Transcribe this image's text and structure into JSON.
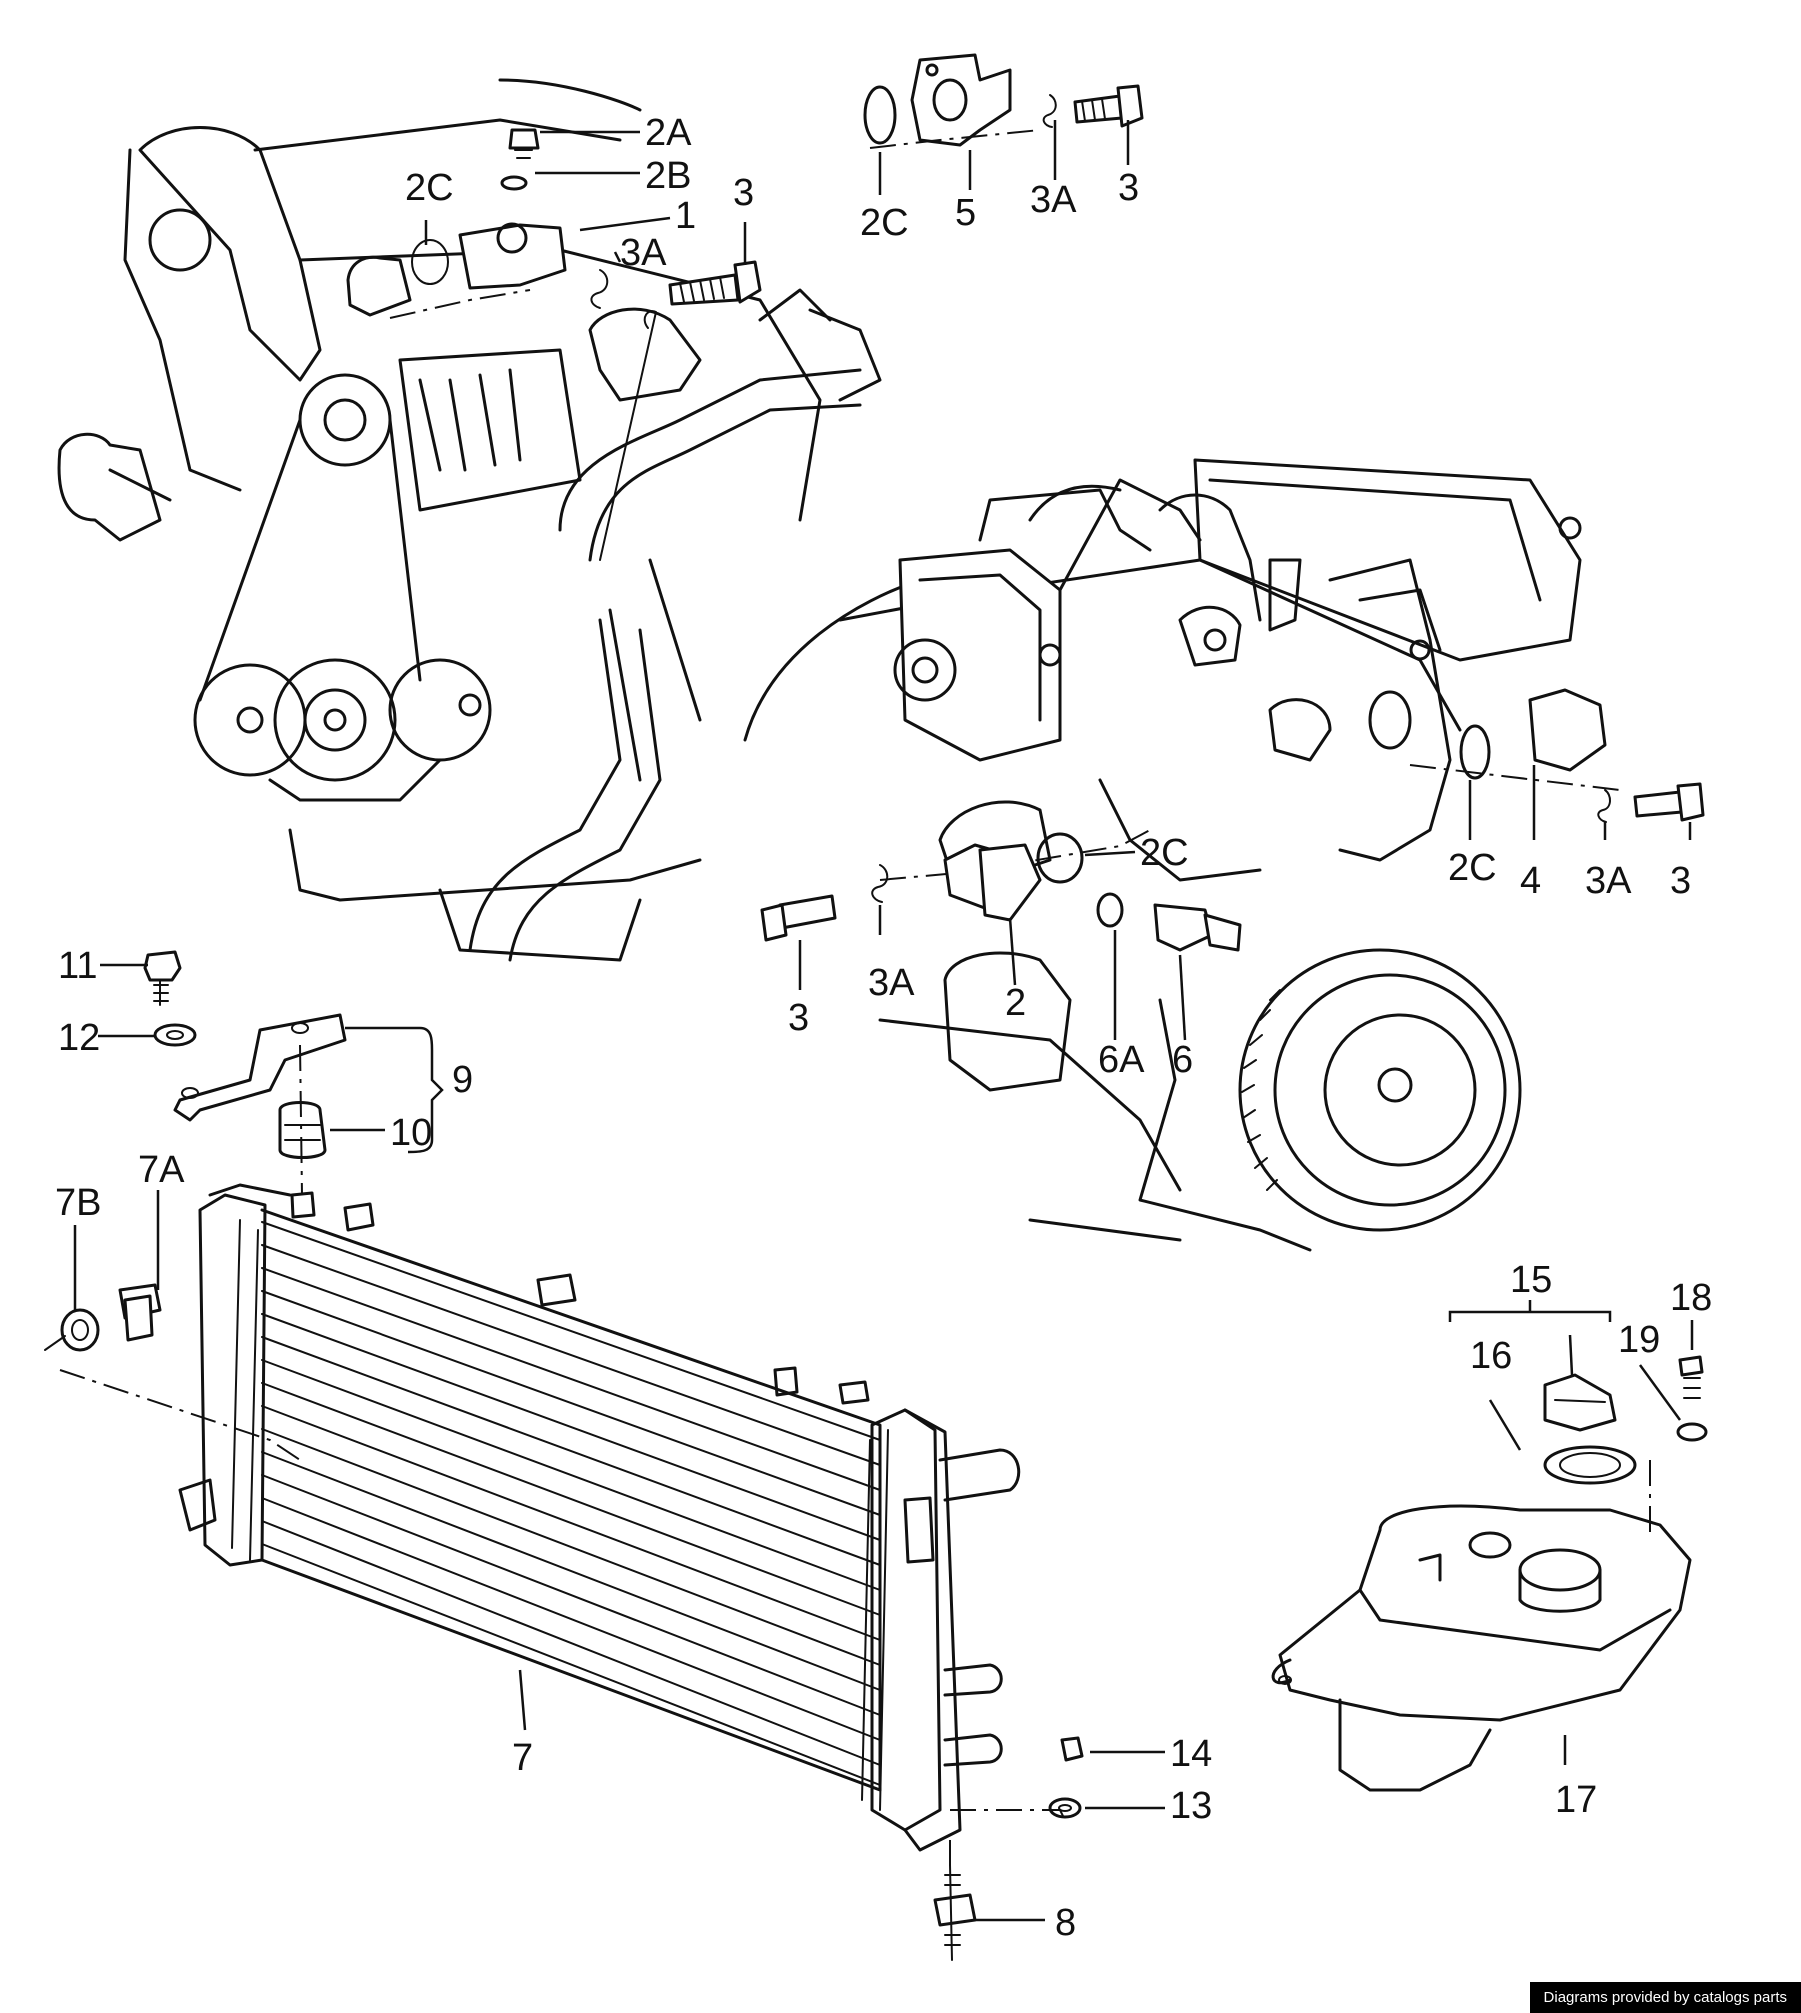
{
  "callouts": {
    "c1": "1",
    "c2a": "2A",
    "c2b": "2B",
    "c2c_top": "2C",
    "c3_a": "3",
    "c3a_a": "3A",
    "c2c_b": "2C",
    "c5": "5",
    "c3a_b": "3A",
    "c3_b": "3",
    "c2c_c": "2C",
    "c2c_d": "2C",
    "c4": "4",
    "c3a_c": "3A",
    "c3_c": "3",
    "c3_d": "3",
    "c3a_d": "3A",
    "c2": "2",
    "c6a": "6A",
    "c6": "6",
    "c11": "11",
    "c12": "12",
    "c9": "9",
    "c10": "10",
    "c7b": "7B",
    "c7a": "7A",
    "c7": "7",
    "c14": "14",
    "c13": "13",
    "c8": "8",
    "c15": "15",
    "c16": "16",
    "c18": "18",
    "c19": "19",
    "c17": "17"
  },
  "footer": {
    "credit": "Diagrams provided by catalogs parts"
  }
}
